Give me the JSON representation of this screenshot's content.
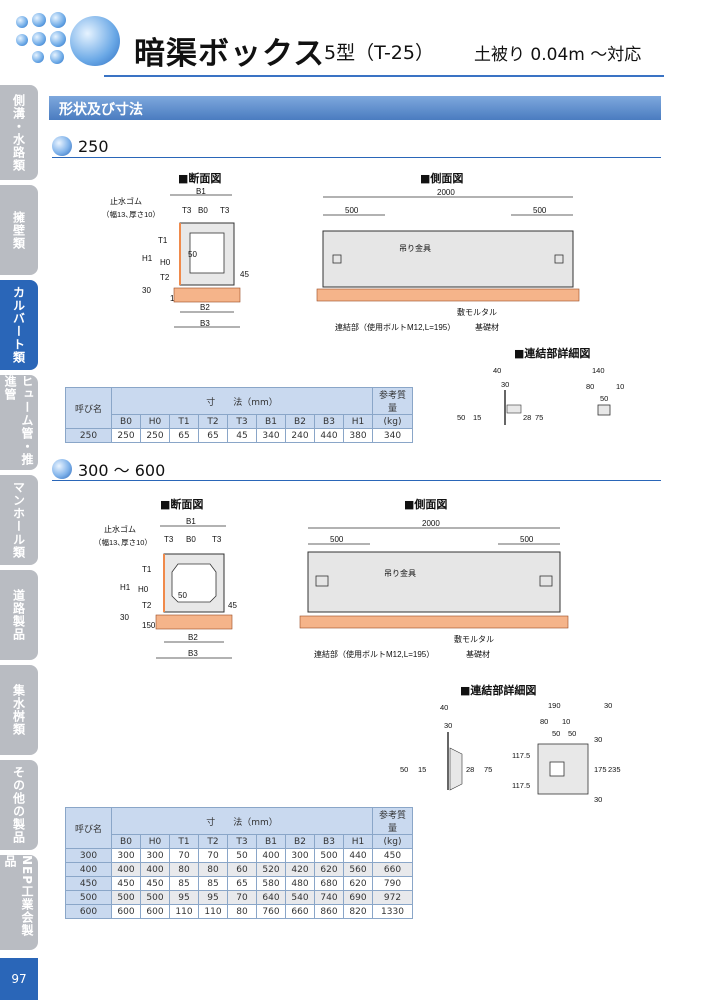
{
  "header": {
    "title": "暗渠ボックス",
    "subtitle": "5型（T-25）",
    "cover": "土被り 0.04m ～対応"
  },
  "sidebar": {
    "tabs": [
      {
        "label": "側溝・水路類",
        "active": false
      },
      {
        "label": "擁壁類",
        "active": false
      },
      {
        "label": "カルバート類",
        "active": true
      },
      {
        "label": "ヒューム管・推進管",
        "active": false
      },
      {
        "label": "マンホール類",
        "active": false
      },
      {
        "label": "道路製品",
        "active": false
      },
      {
        "label": "集水桝類",
        "active": false
      },
      {
        "label": "その他の製品",
        "active": false
      },
      {
        "label": "NEP工業会製品",
        "active": false
      }
    ],
    "page_number": "97"
  },
  "section_title": "形状及び寸法",
  "sections": [
    {
      "heading": "250",
      "labels": {
        "cross_section": "■断面図",
        "side_view": "■側面図",
        "joint_detail": "■連結部詳細図"
      },
      "diagram": {
        "water_stop": "止水ゴム",
        "water_stop_spec": "（幅13､厚さ10）",
        "b1": "B1",
        "b0": "B0",
        "t3": "T3",
        "t1": "T1",
        "t2": "T2",
        "h1": "H1",
        "h0": "H0",
        "b2": "B2",
        "b3": "B3",
        "d30": "30",
        "d50": "50",
        "d150": "150",
        "d45": "45",
        "len_total": "2000",
        "len_end": "500",
        "lifting": "吊り金具",
        "mortar": "敷モルタル",
        "base": "基礎材",
        "joint": "連結部（使用ボルトM12,L=195）",
        "detail_a": [
          "40",
          "30",
          "50",
          "15",
          "28",
          "75"
        ],
        "detail_b": [
          "140",
          "80",
          "10",
          "50"
        ]
      },
      "table": {
        "col_name": "呼び名",
        "col_dims": "寸　　法（mm）",
        "col_mass": "参考質量",
        "col_mass_unit": "(kg)",
        "dim_headers": [
          "B0",
          "H0",
          "T1",
          "T2",
          "T3",
          "B1",
          "B2",
          "B3",
          "H1"
        ],
        "rows": [
          {
            "name": "250",
            "dims": [
              "250",
              "250",
              "65",
              "65",
              "45",
              "340",
              "240",
              "440",
              "380"
            ],
            "mass": "340"
          }
        ]
      }
    },
    {
      "heading": "300 ～ 600",
      "labels": {
        "cross_section": "■断面図",
        "side_view": "■側面図",
        "joint_detail": "■連結部詳細図"
      },
      "diagram": {
        "water_stop": "止水ゴム",
        "water_stop_spec": "（幅13､厚さ10）",
        "b1": "B1",
        "b0": "B0",
        "t3": "T3",
        "t1": "T1",
        "t2": "T2",
        "h1": "H1",
        "h0": "H0",
        "b2": "B2",
        "b3": "B3",
        "d30": "30",
        "d50": "50",
        "d150": "150",
        "d45": "45",
        "len_total": "2000",
        "len_end": "500",
        "lifting": "吊り金具",
        "mortar": "敷モルタル",
        "base": "基礎材",
        "joint": "連結部（使用ボルトM12,L=195）",
        "detail_a": [
          "40",
          "30",
          "50",
          "15",
          "28",
          "75"
        ],
        "detail_b": [
          "190",
          "30",
          "80",
          "10",
          "50",
          "50",
          "30",
          "117.5",
          "175",
          "235",
          "117.5",
          "30"
        ]
      },
      "table": {
        "col_name": "呼び名",
        "col_dims": "寸　　法（mm）",
        "col_mass": "参考質量",
        "col_mass_unit": "(kg)",
        "dim_headers": [
          "B0",
          "H0",
          "T1",
          "T2",
          "T3",
          "B1",
          "B2",
          "B3",
          "H1"
        ],
        "rows": [
          {
            "name": "300",
            "dims": [
              "300",
              "300",
              "70",
              "70",
              "50",
              "400",
              "300",
              "500",
              "440"
            ],
            "mass": "450"
          },
          {
            "name": "400",
            "dims": [
              "400",
              "400",
              "80",
              "80",
              "60",
              "520",
              "420",
              "620",
              "560"
            ],
            "mass": "660"
          },
          {
            "name": "450",
            "dims": [
              "450",
              "450",
              "85",
              "85",
              "65",
              "580",
              "480",
              "680",
              "620"
            ],
            "mass": "790"
          },
          {
            "name": "500",
            "dims": [
              "500",
              "500",
              "95",
              "95",
              "70",
              "640",
              "540",
              "740",
              "690"
            ],
            "mass": "972"
          },
          {
            "name": "600",
            "dims": [
              "600",
              "600",
              "110",
              "110",
              "80",
              "760",
              "660",
              "860",
              "820"
            ],
            "mass": "1330"
          }
        ]
      }
    }
  ]
}
